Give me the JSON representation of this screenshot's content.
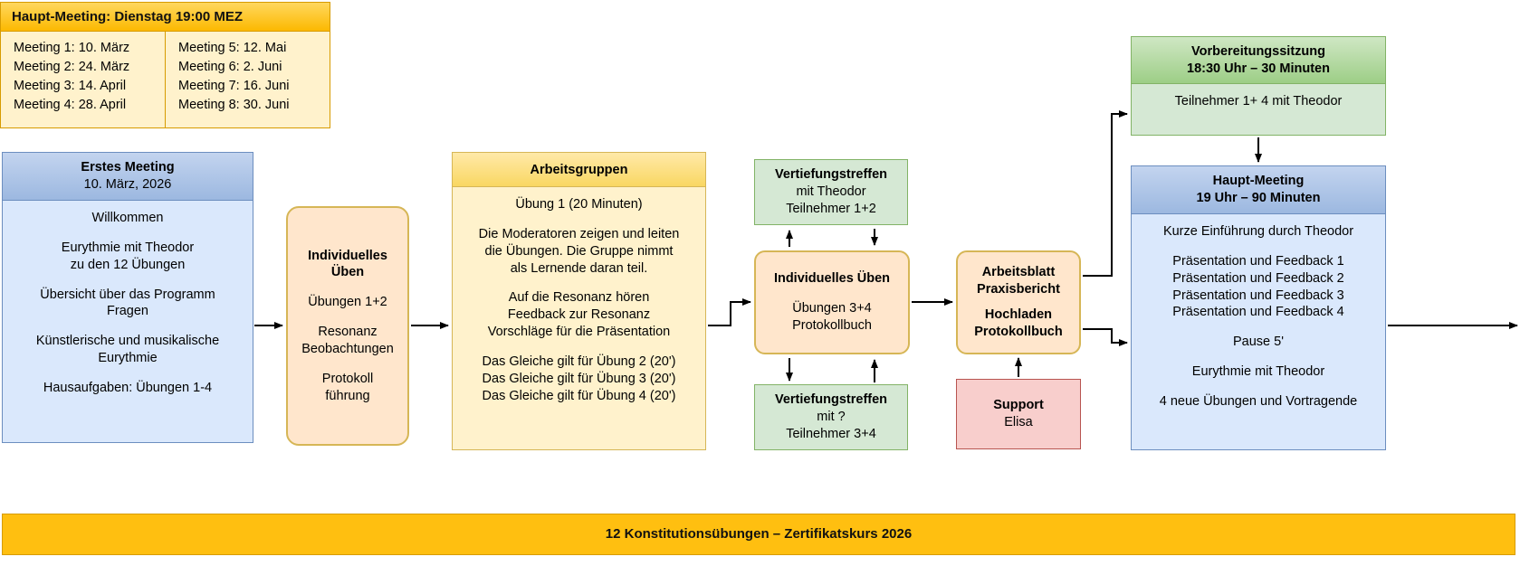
{
  "diagram": {
    "title": "12 Konstitutionsübungen – Zertifikatskurs 2026",
    "colors": {
      "yellow_fill": "#fff2cc",
      "yellow_stroke": "#d6b656",
      "orange_fill": "#ffe6cc",
      "orange_stroke": "#d79b00",
      "blue_fill": "#dae8fc",
      "blue_stroke": "#6c8ebf",
      "green_fill": "#d5e8d4",
      "green_stroke": "#82b366",
      "red_fill": "#f8cecc",
      "red_stroke": "#b85450",
      "banner_fill": "#ffbf10"
    }
  },
  "schedule": {
    "header": "Haupt-Meeting: Dienstag 19:00 MEZ",
    "left_column": [
      "Meeting 1: 10. März",
      "Meeting 2: 24. März",
      "Meeting 3: 14. April",
      "Meeting 4: 28. April"
    ],
    "right_column": [
      "Meeting 5: 12. Mai",
      "Meeting 6: 2. Juni",
      "Meeting 7: 16. Juni",
      "Meeting 8: 30. Juni"
    ]
  },
  "erstes_meeting": {
    "header_title": "Erstes Meeting",
    "header_sub": "10. März, 2026",
    "body": [
      "Willkommen",
      "",
      "Eurythmie mit Theodor",
      "zu den 12 Übungen",
      "",
      "Übersicht über das Programm",
      "Fragen",
      "",
      "Künstlerische und musikalische",
      "Eurythmie",
      "",
      "Hausaufgaben: Übungen 1-4"
    ]
  },
  "individuelles_uben_1": {
    "title_line1": "Individuelles",
    "title_line2": "Üben",
    "body": [
      "Übungen 1+2",
      "",
      "Resonanz",
      "Beobachtungen",
      "",
      "Protokoll",
      "führung"
    ]
  },
  "arbeitsgruppen": {
    "header": "Arbeitsgruppen",
    "body": [
      "Übung 1 (20 Minuten)",
      "",
      "Die Moderatoren zeigen und leiten",
      "die Übungen. Die Gruppe nimmt",
      "als Lernende daran teil.",
      "",
      "Auf die Resonanz hören",
      "Feedback zur Resonanz",
      "Vorschläge für die Präsentation",
      "",
      "Das Gleiche gilt für Übung 2 (20')",
      "Das Gleiche gilt für Übung 3 (20')",
      "Das Gleiche gilt für Übung 4 (20')"
    ]
  },
  "vertiefung_top": {
    "title": "Vertiefungstreffen",
    "line2": "mit Theodor",
    "line3": "Teilnehmer 1+2"
  },
  "vertiefung_bottom": {
    "title": "Vertiefungstreffen",
    "line2": "mit ?",
    "line3": "Teilnehmer 3+4"
  },
  "individuelles_uben_2": {
    "title": "Individuelles Üben",
    "line2": "Übungen 3+4",
    "line3": "Protokollbuch"
  },
  "arbeitsblatt": {
    "line1": "Arbeitsblatt",
    "line2": "Praxisbericht",
    "line3": "Hochladen",
    "line4": "Protokollbuch"
  },
  "support": {
    "title": "Support",
    "name": "Elisa"
  },
  "vorbereitung": {
    "header_title": "Vorbereitungssitzung",
    "header_sub": "18:30 Uhr – 30 Minuten",
    "body": "Teilnehmer 1+ 4 mit Theodor"
  },
  "haupt_meeting": {
    "header_title": "Haupt-Meeting",
    "header_sub": "19 Uhr – 90 Minuten",
    "body": [
      "Kurze Einführung durch Theodor",
      "",
      "Präsentation und Feedback 1",
      "Präsentation und Feedback 2",
      "Präsentation und Feedback 3",
      "Präsentation und Feedback 4",
      "",
      "Pause 5'",
      "",
      "Eurythmie mit Theodor",
      "",
      "4 neue Übungen und Vortragende"
    ]
  },
  "footer": {
    "text": "12 Konstitutionsübungen – Zertifikatskurs 2026"
  }
}
